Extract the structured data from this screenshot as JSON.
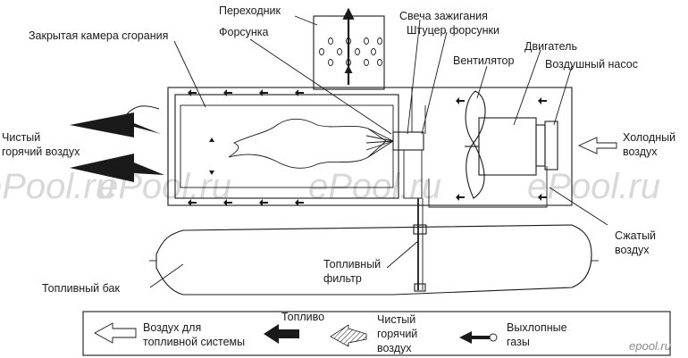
{
  "labels": {
    "adapter": "Переходник",
    "closed_chamber": "Закрытая камера сгорания",
    "nozzle": "Форсунка",
    "spark_plug": "Свеча зажигания",
    "nozzle_fitting": "Штуцер форсунки",
    "motor": "Двигатель",
    "fan": "Вентилятор",
    "air_pump": "Воздушный насос",
    "clean_hot_air_line1": "Чистый",
    "clean_hot_air_line2": "горячий воздух",
    "cold_air_line1": "Холодный",
    "cold_air_line2": "воздух",
    "compressed_air_line1": "Сжатый",
    "compressed_air_line2": "воздух",
    "fuel_filter_line1": "Топливный",
    "fuel_filter_line2": "фильтр",
    "fuel_tank": "Топливный бак"
  },
  "legend": {
    "air_fuel_line1": "Воздух для",
    "air_fuel_line2": "топливной системы",
    "fuel": "Топливо",
    "clean_hot_line1": "Чистый",
    "clean_hot_line2": "горячий",
    "clean_hot_line3": "воздух",
    "exhaust_line1": "Выхлопные",
    "exhaust_line2": "газы"
  },
  "watermark": "ePool.ru",
  "logo": "epool.ru"
}
